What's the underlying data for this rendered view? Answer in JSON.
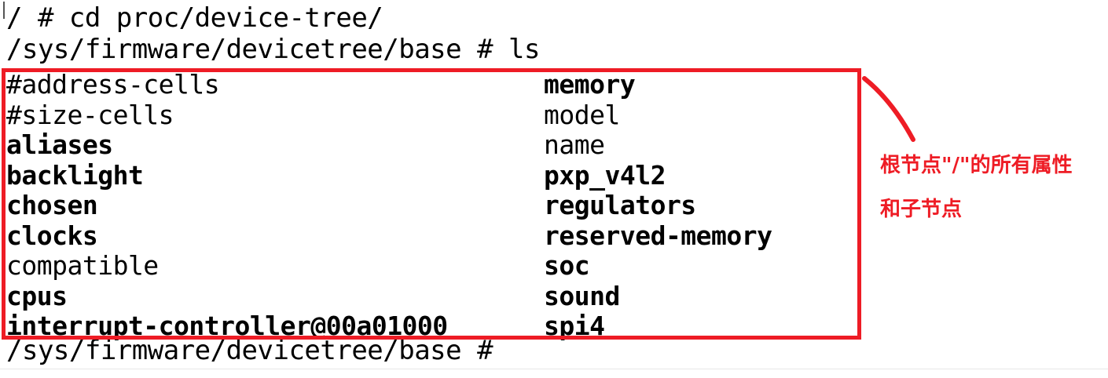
{
  "terminal": {
    "command_line": "/ # cd proc/device-tree/",
    "ls_line": "/sys/firmware/devicetree/base # ls",
    "final_prompt": "/sys/firmware/devicetree/base #",
    "left_column": [
      {
        "name": "#address-cells",
        "type": "file"
      },
      {
        "name": "#size-cells",
        "type": "file"
      },
      {
        "name": "aliases",
        "type": "dir"
      },
      {
        "name": "backlight",
        "type": "dir"
      },
      {
        "name": "chosen",
        "type": "dir"
      },
      {
        "name": "clocks",
        "type": "dir"
      },
      {
        "name": "compatible",
        "type": "file"
      },
      {
        "name": "cpus",
        "type": "dir"
      },
      {
        "name": "interrupt-controller@00a01000",
        "type": "dir"
      }
    ],
    "right_column": [
      {
        "name": "memory",
        "type": "dir"
      },
      {
        "name": "model",
        "type": "file"
      },
      {
        "name": "name",
        "type": "file"
      },
      {
        "name": "pxp_v4l2",
        "type": "dir"
      },
      {
        "name": "regulators",
        "type": "dir"
      },
      {
        "name": "reserved-memory",
        "type": "dir"
      },
      {
        "name": "soc",
        "type": "dir"
      },
      {
        "name": "sound",
        "type": "dir"
      },
      {
        "name": "spi4",
        "type": "dir"
      }
    ]
  },
  "annotation": {
    "line1": "根节点\"/\"的所有属性",
    "line2": "和子节点",
    "color": "#ee1c25"
  }
}
